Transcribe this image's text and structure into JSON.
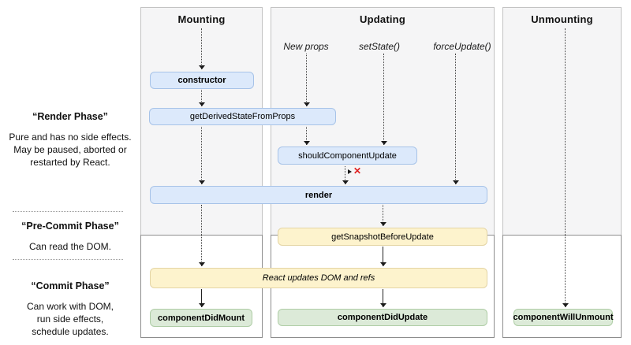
{
  "diagram": {
    "columns": [
      {
        "title": "Mounting"
      },
      {
        "title": "Updating"
      },
      {
        "title": "Unmounting"
      }
    ],
    "update_triggers": [
      "New props",
      "setState()",
      "forceUpdate()"
    ],
    "side_phases": [
      {
        "title": "“Render Phase”",
        "description": [
          "Pure and has no side effects.",
          "May be paused, aborted or",
          "restarted by React."
        ]
      },
      {
        "title": "“Pre-Commit Phase”",
        "description": [
          "Can read the DOM."
        ]
      },
      {
        "title": "“Commit Phase”",
        "description": [
          "Can work with DOM,",
          "run side effects,",
          "schedule updates."
        ]
      }
    ],
    "methods": {
      "constructor": "constructor",
      "getDerivedStateFromProps": "getDerivedStateFromProps",
      "shouldComponentUpdate": "shouldComponentUpdate",
      "render": "render",
      "getSnapshotBeforeUpdate": "getSnapshotBeforeUpdate",
      "reactUpdates": "React updates DOM and refs",
      "componentDidMount": "componentDidMount",
      "componentDidUpdate": "componentDidUpdate",
      "componentWillUnmount": "componentWillUnmount"
    },
    "stop_mark": "✕",
    "colors": {
      "method_fill": "#dce9fb",
      "method_border": "#a7c3e8",
      "snapshot_fill": "#fdf3cd",
      "snapshot_border": "#e4d5a5",
      "commit_fill": "#dcead8",
      "commit_border": "#afcda6",
      "panel_top_fill": "#f5f5f6",
      "stop_mark_color": "#e01f1f"
    }
  }
}
